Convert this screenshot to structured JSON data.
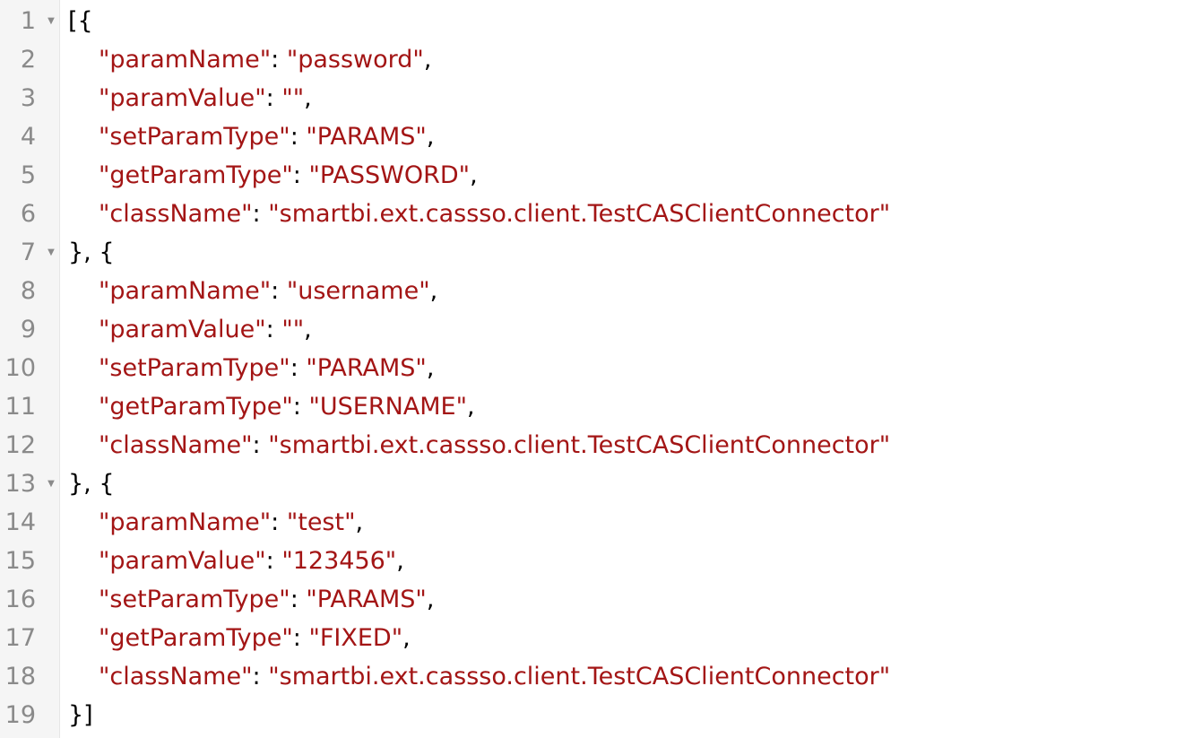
{
  "editor": {
    "lines": [
      {
        "n": "1",
        "fold": true,
        "open": "[{"
      },
      {
        "n": "2",
        "key": "\"paramName\"",
        "value": "\"password\"",
        "comma": ","
      },
      {
        "n": "3",
        "key": "\"paramValue\"",
        "value": "\"\"",
        "comma": ","
      },
      {
        "n": "4",
        "key": "\"setParamType\"",
        "value": "\"PARAMS\"",
        "comma": ","
      },
      {
        "n": "5",
        "key": "\"getParamType\"",
        "value": "\"PASSWORD\"",
        "comma": ","
      },
      {
        "n": "6",
        "key": "\"className\"",
        "value": "\"smartbi.ext.cassso.client.TestCASClientConnector\"",
        "comma": ""
      },
      {
        "n": "7",
        "fold": true,
        "open": "}, {"
      },
      {
        "n": "8",
        "key": "\"paramName\"",
        "value": "\"username\"",
        "comma": ","
      },
      {
        "n": "9",
        "key": "\"paramValue\"",
        "value": "\"\"",
        "comma": ","
      },
      {
        "n": "10",
        "key": "\"setParamType\"",
        "value": "\"PARAMS\"",
        "comma": ","
      },
      {
        "n": "11",
        "key": "\"getParamType\"",
        "value": "\"USERNAME\"",
        "comma": ","
      },
      {
        "n": "12",
        "key": "\"className\"",
        "value": "\"smartbi.ext.cassso.client.TestCASClientConnector\"",
        "comma": ""
      },
      {
        "n": "13",
        "fold": true,
        "open": "}, {"
      },
      {
        "n": "14",
        "key": "\"paramName\"",
        "value": "\"test\"",
        "comma": ","
      },
      {
        "n": "15",
        "key": "\"paramValue\"",
        "value": "\"123456\"",
        "comma": ","
      },
      {
        "n": "16",
        "key": "\"setParamType\"",
        "value": "\"PARAMS\"",
        "comma": ","
      },
      {
        "n": "17",
        "key": "\"getParamType\"",
        "value": "\"FIXED\"",
        "comma": ","
      },
      {
        "n": "18",
        "key": "\"className\"",
        "value": "\"smartbi.ext.cassso.client.TestCASClientConnector\"",
        "comma": ""
      },
      {
        "n": "19",
        "open": "}]"
      }
    ],
    "colon": ": ",
    "fold_icon": "fold-triangle-icon"
  }
}
